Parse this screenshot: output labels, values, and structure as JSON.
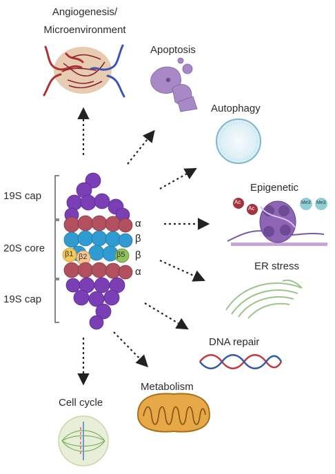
{
  "targets": {
    "angiogenesis": "Angiogenesis/\nMicroenvironment",
    "apoptosis": "Apoptosis",
    "autophagy": "Autophagy",
    "epigenetic": "Epigenetic",
    "er_stress": "ER stress",
    "dna_repair": "DNA repair",
    "metabolism": "Metabolism",
    "cell_cycle": "Cell cycle"
  },
  "proteasome": {
    "cap_top": "19S cap",
    "core": "20S core",
    "cap_bottom": "19S cap",
    "rings": [
      "α",
      "β",
      "β",
      "α"
    ],
    "beta_subunits": [
      "β1",
      "β2",
      "β5"
    ]
  },
  "epigenetic_marks": {
    "acetyl": "Ac",
    "methyl": "Me3"
  },
  "colors": {
    "cap": "#7b3fb5",
    "alpha": "#b2505f",
    "beta": "#2f9bd0",
    "beta1": "#f3c95a",
    "beta2": "#f6c890",
    "beta5": "#8fc15b"
  }
}
